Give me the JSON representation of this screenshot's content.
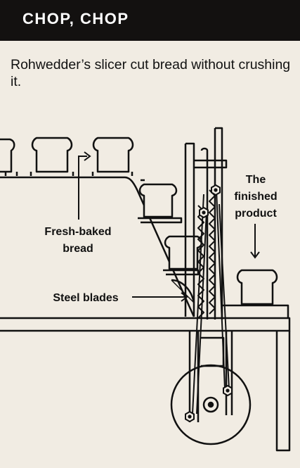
{
  "header": {
    "title": "CHOP, CHOP"
  },
  "intro": {
    "text": "Rohwedder’s slicer cut bread without crushing it."
  },
  "labels": {
    "fresh_baked_line1": "Fresh-baked",
    "fresh_baked_line2": "bread",
    "steel_blades": "Steel blades",
    "finished_line1": "The",
    "finished_line2": "finished",
    "finished_line3": "product"
  },
  "colors": {
    "header_bg": "#131110",
    "paper": "#f1ece3",
    "ink": "#111111"
  }
}
